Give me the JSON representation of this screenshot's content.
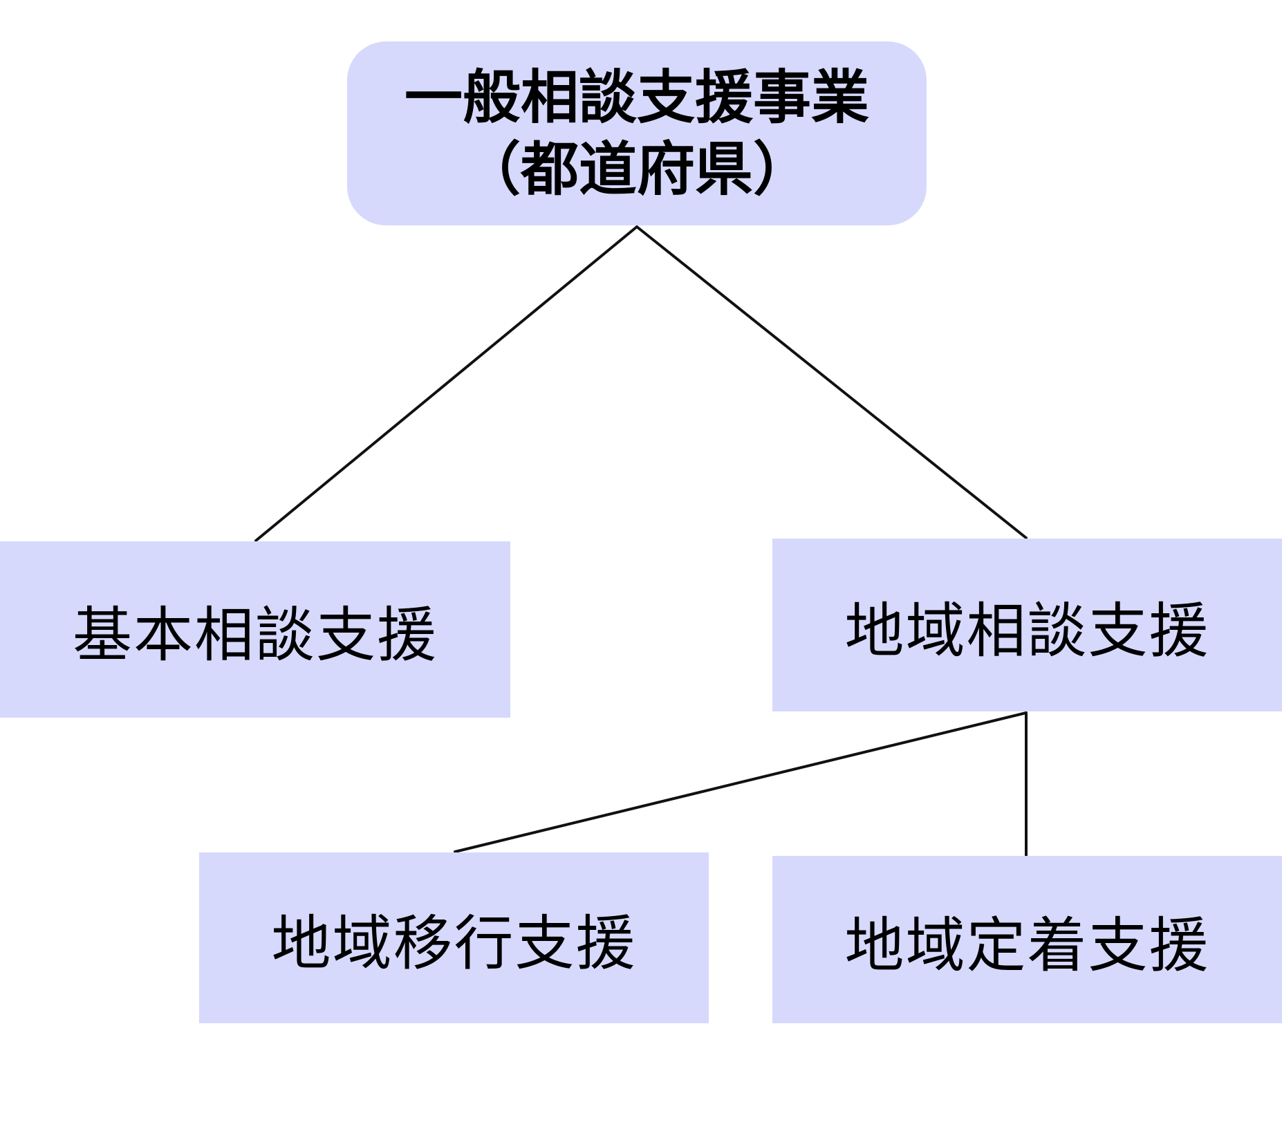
{
  "diagram": {
    "root": {
      "title_line1": "一般相談支援事業",
      "title_line2": "（都道府県）"
    },
    "nodes": {
      "basic": "基本相談支援",
      "regional": "地域相談支援",
      "transition": "地域移行支援",
      "settlement": "地域定着支援"
    },
    "edges": [
      {
        "from": "root",
        "to": "basic"
      },
      {
        "from": "root",
        "to": "regional"
      },
      {
        "from": "regional",
        "to": "transition"
      },
      {
        "from": "regional",
        "to": "settlement"
      }
    ],
    "colors": {
      "box_fill": "#d6d9fc",
      "line": "#111111",
      "text": "#000000"
    }
  }
}
